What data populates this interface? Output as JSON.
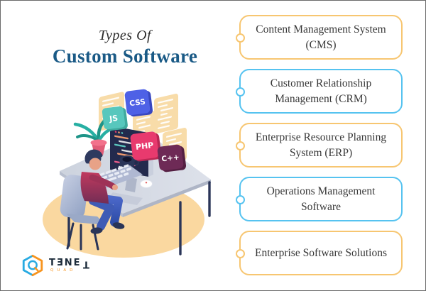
{
  "frame": {
    "border_color": "#6b6b6b",
    "background": "#ffffff"
  },
  "title": {
    "prefix": "Types Of",
    "main": "Custom Software",
    "prefix_color": "#2b2b2b",
    "main_color": "#1a5a86"
  },
  "software_types": [
    {
      "label": "Content Management System (CMS)",
      "accent": "#f7c671"
    },
    {
      "label": "Customer Relationship Management (CRM)",
      "accent": "#56c3f0"
    },
    {
      "label": "Enterprise Resource Planning System (ERP)",
      "accent": "#f7c671"
    },
    {
      "label": "Operations Management Software",
      "accent": "#56c3f0"
    },
    {
      "label": "Enterprise Software Solutions",
      "accent": "#f7c671"
    }
  ],
  "illustration": {
    "badges": [
      {
        "label": "JS",
        "color": "#57c7bd"
      },
      {
        "label": "CSS",
        "color": "#4e61e6"
      },
      {
        "label": "PHP",
        "color": "#e83a6e"
      },
      {
        "label": "C++",
        "color": "#6e2a56"
      }
    ],
    "card_color": "#f8dca9",
    "floor_color": "#fad8a0",
    "screen_color": "#232a4d",
    "desk_color": "#d3d8e2"
  },
  "logo": {
    "brand_main": "TƎNE",
    "brand_last": "T",
    "subtitle": "QUAD",
    "hex_blue": "#29abe2",
    "hex_orange": "#f7941e"
  }
}
